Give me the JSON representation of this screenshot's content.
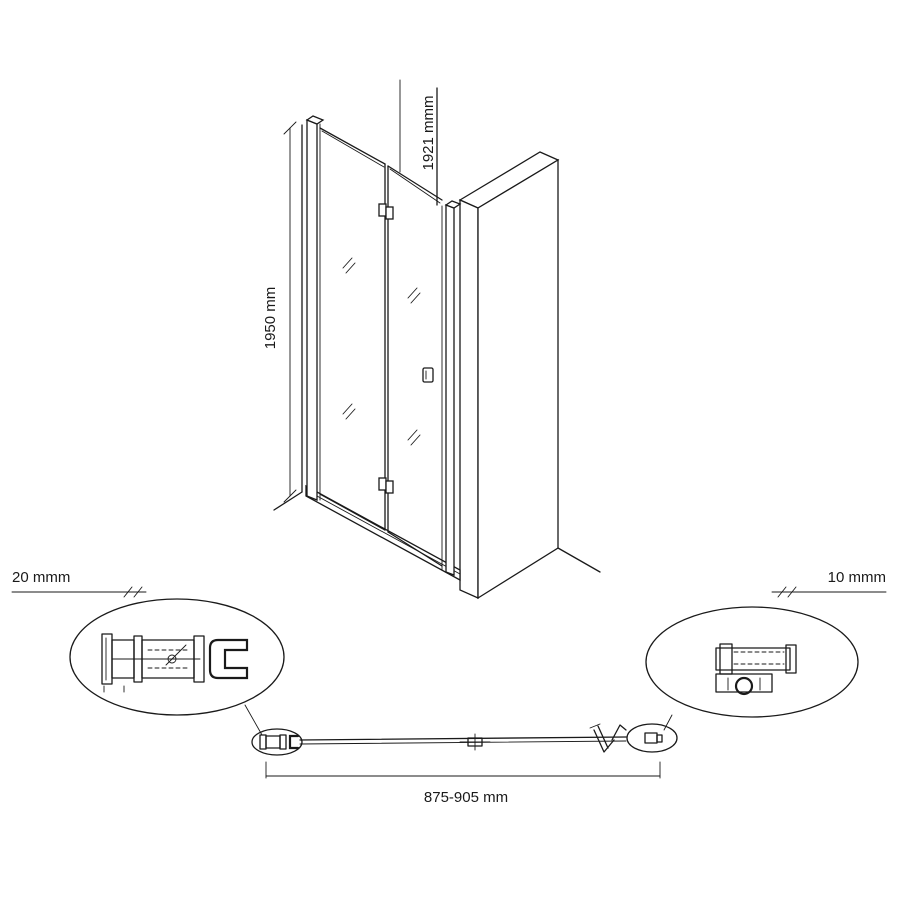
{
  "dimensions": {
    "height_total": "1950 mm",
    "height_door": "1921 mmm",
    "wall_left": "20 mmm",
    "wall_right": "10 mmm",
    "width_range": "875-905 mm"
  },
  "colors": {
    "line": "#1a1a1a",
    "background": "#ffffff"
  }
}
